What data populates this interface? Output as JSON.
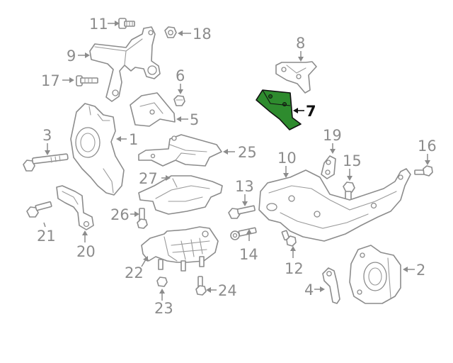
{
  "diagram": {
    "highlight_color": "#2e8b2e",
    "line_color": "#8c8c8c",
    "highlighted_part": "7",
    "callouts": [
      {
        "id": "c1",
        "label": "1"
      },
      {
        "id": "c2",
        "label": "2"
      },
      {
        "id": "c3",
        "label": "3"
      },
      {
        "id": "c4",
        "label": "4"
      },
      {
        "id": "c5",
        "label": "5"
      },
      {
        "id": "c6",
        "label": "6"
      },
      {
        "id": "c7",
        "label": "7"
      },
      {
        "id": "c8",
        "label": "8"
      },
      {
        "id": "c9",
        "label": "9"
      },
      {
        "id": "c10",
        "label": "10"
      },
      {
        "id": "c11",
        "label": "11"
      },
      {
        "id": "c12",
        "label": "12"
      },
      {
        "id": "c13",
        "label": "13"
      },
      {
        "id": "c14",
        "label": "14"
      },
      {
        "id": "c15",
        "label": "15"
      },
      {
        "id": "c16",
        "label": "16"
      },
      {
        "id": "c17",
        "label": "17"
      },
      {
        "id": "c18",
        "label": "18"
      },
      {
        "id": "c19",
        "label": "19"
      },
      {
        "id": "c20",
        "label": "20"
      },
      {
        "id": "c21",
        "label": "21"
      },
      {
        "id": "c22",
        "label": "22"
      },
      {
        "id": "c23",
        "label": "23"
      },
      {
        "id": "c24",
        "label": "24"
      },
      {
        "id": "c25",
        "label": "25"
      },
      {
        "id": "c26",
        "label": "26"
      },
      {
        "id": "c27",
        "label": "27"
      }
    ]
  }
}
